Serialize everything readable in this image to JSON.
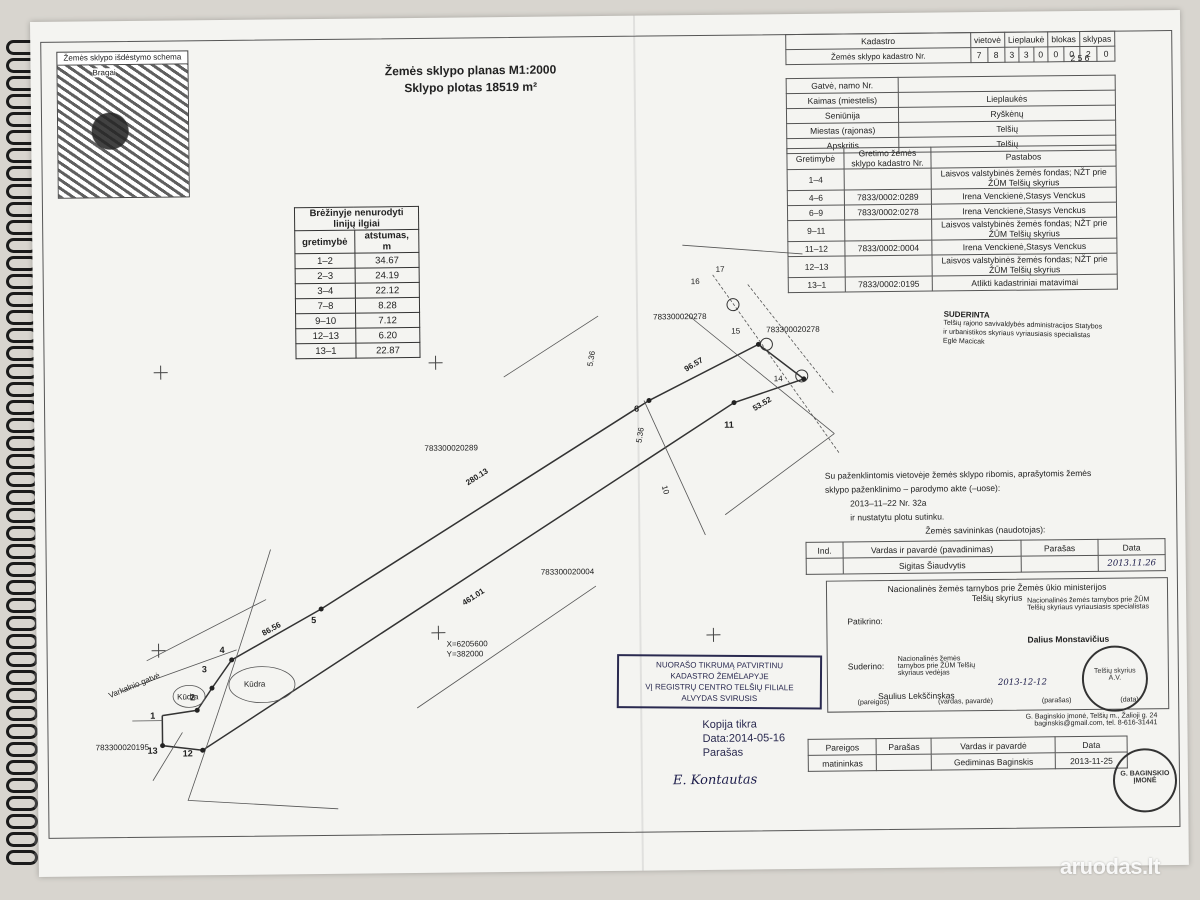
{
  "scheme_caption": "Žemės sklypo išdėstymo schema",
  "scheme_label": "Bragai",
  "title_line1": "Žemės sklypo planas M1:2000",
  "title_line2": "Sklypo plotas 18519 m²",
  "lengths": {
    "caption": "Brėžinyje nenurodyti linijų ilgiai",
    "col1": "gretimybė",
    "col2": "atstumas, m",
    "rows": [
      [
        "1–2",
        "34.67"
      ],
      [
        "2–3",
        "24.19"
      ],
      [
        "3–4",
        "22.12"
      ],
      [
        "7–8",
        "8.28"
      ],
      [
        "9–10",
        "7.12"
      ],
      [
        "12–13",
        "6.20"
      ],
      [
        "13–1",
        "22.87"
      ]
    ]
  },
  "cadastre": {
    "h_kadastro": "Kadastro",
    "h_vietove": "vietovė",
    "v_vietove": "Lieplaukė",
    "h_blokas": "blokas",
    "h_sklypas": "sklypas",
    "h_nr": "Žemės sklypo kadastro Nr.",
    "digits": [
      "7",
      "8",
      "3",
      "3",
      "0",
      "0",
      "0",
      "2",
      "0",
      "2",
      "5",
      "6"
    ],
    "fields": [
      [
        "Gatvė, namo Nr.",
        ""
      ],
      [
        "Kaimas (miestelis)",
        "Lieplaukės"
      ],
      [
        "Seniūnija",
        "Ryškėnų"
      ],
      [
        "Miestas (rajonas)",
        "Telšių"
      ],
      [
        "Apskritis",
        "Telšių"
      ]
    ],
    "nh_col1": "Gretimybė",
    "nh_col2": "Gretimo žemės sklypo kadastro Nr.",
    "nh_col3": "Pastabos",
    "neighbors": [
      [
        "1–4",
        "",
        "Laisvos valstybinės žemės fondas; NŽT prie ŽŪM Telšių skyrius"
      ],
      [
        "4–6",
        "7833/0002:0289",
        "Irena Venckienė,Stasys Venckus"
      ],
      [
        "6–9",
        "7833/0002:0278",
        "Irena Venckienė,Stasys Venckus"
      ],
      [
        "9–11",
        "",
        "Laisvos valstybinės žemės fondas; NŽT prie ŽŪM Telšių skyrius"
      ],
      [
        "11–12",
        "7833/0002:0004",
        "Irena Venckienė,Stasys Venckus"
      ],
      [
        "12–13",
        "",
        "Laisvos valstybinės žemės fondas; NŽT prie ŽŪM Telšių skyrius"
      ],
      [
        "13–1",
        "7833/0002:0195",
        "Atlikti kadastriniai matavimai"
      ]
    ]
  },
  "map": {
    "labels": {
      "p5": "5",
      "p6": "6",
      "p11": "11",
      "p12": "12",
      "p13": "13",
      "p1": "1",
      "p2": "2",
      "p4": "4",
      "p3": "3",
      "len_280": "280.13",
      "len_461": "461.01",
      "len_86": "86.56",
      "len_96": "96.57",
      "len_53": "53.52",
      "lot_289": "783300020289",
      "lot_278": "783300020278",
      "lot_004": "783300020004",
      "lot_195": "783300020195",
      "lot_278b": "783300020278",
      "kudra1": "Kūdra",
      "kudra2": "Kūdra",
      "road": "Varkalnio gatvė",
      "coords1": "X=6205600",
      "coords2": "Y=382000",
      "nums_536a": "5.36",
      "nums_536b": "5.36",
      "n16": "16",
      "n15": "15",
      "n17": "17",
      "n14": "14",
      "n10": "10"
    }
  },
  "agreement": {
    "line1": "Su paženklintomis vietovėje žemės sklypo ribomis, aprašytomis žemės",
    "line2": "sklypo paženklinimo – parodymo akte (–uose):",
    "line3": "2013–11–22 Nr. 32a",
    "line4": "ir nustatytu plotu sutinku.",
    "owner_caption": "Žemės savininkas (naudotojas):"
  },
  "owner": {
    "h_ind": "Ind.",
    "h_name": "Vardas ir pavardė (pavadinimas)",
    "h_sig": "Parašas",
    "h_date": "Data",
    "name": "Sigitas Šiaudvytis",
    "date": "2013.11.26"
  },
  "approval": {
    "agency": "Nacionalinės žemės tarnybos prie Žemės ūkio ministerijos",
    "dept": "Telšių skyrius",
    "checked": "Patikrino:",
    "checker_note": "Nacionalinės žemės tarnybos prie ŽŪM Telšių skyriaus vyriausiasis specialistas",
    "checker": "Dalius Monstavičius",
    "agreed": "Suderino:",
    "agreed_note": "Nacionalinės žemės tarnybos prie ŽŪM Telšių skyriaus vedėjas",
    "agreed_name": "Saulius Lekščinskas",
    "agreed_date": "2013-12-12",
    "f_pareigos": "(pareigos)",
    "f_parasas": "(parašas)",
    "f_vardas": "(vardas, pavardė)",
    "f_data": "(data)"
  },
  "company": {
    "line1": "G. Baginskio įmonė, Telšių m., Žalioji g. 24",
    "line2": "baginskis@gmail.com, tel. 8-616-31441",
    "h_pareigos": "Pareigos",
    "h_name": "Vardas ir pavardė",
    "h_sig": "Parašas",
    "h_date": "Data",
    "role": "matininkas",
    "name": "Gediminas Baginskis",
    "date": "2013-11-25"
  },
  "stamps": {
    "copy1": "NUORAŠO TIKRUMĄ PATVIRTINU",
    "copy2": "KADASTRO ŽEMĖLAPYJE",
    "copy3": "VĮ REGISTRŲ CENTRO TELŠIŲ FILIALE",
    "copy4": "ALVYDAS SVIRUSIS",
    "kopija": "Kopija tikra",
    "kop_date": "Data:2014-05-16",
    "kop_sig": "Parašas",
    "kop_name": "E. Kontautas",
    "suderinta": "SUDERINTA",
    "suderinta2": "Telšių rajono savivaldybės administracijos Statybos ir urbanistikos skyriaus vyriausiasis specialistas",
    "suderinta_name": "Eglė Macicak",
    "round1": "Telšių skyrius",
    "round1b": "A.V.",
    "round2": "G. BAGINSKIO ĮMONĖ",
    "watermark": "aruodas.lt"
  }
}
